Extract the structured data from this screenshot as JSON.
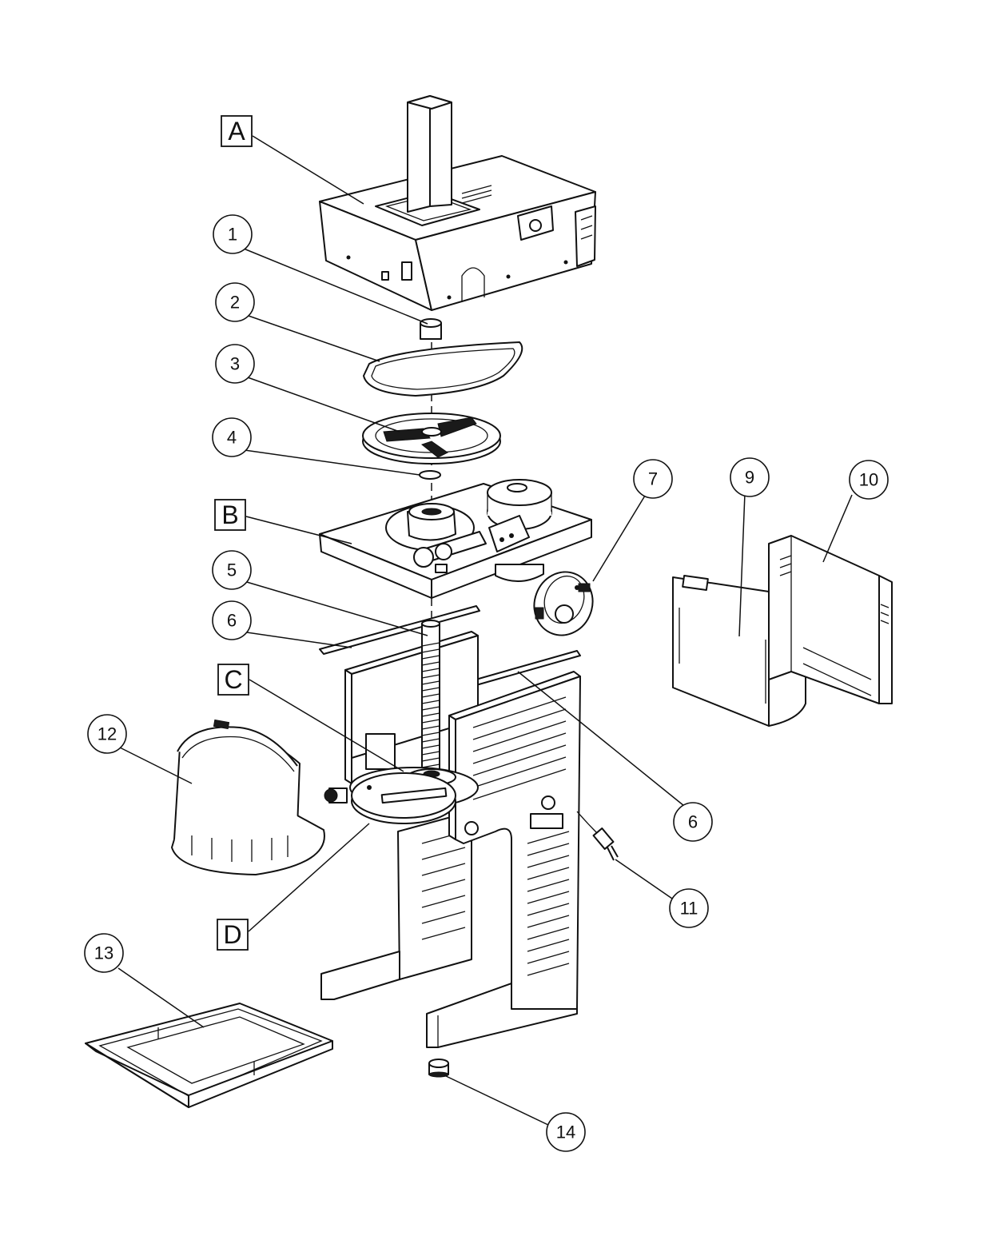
{
  "assembly_labels": [
    "A",
    "B",
    "C",
    "D"
  ],
  "part_callouts": [
    "1",
    "2",
    "3",
    "4",
    "5",
    "6",
    "7",
    "9",
    "10",
    "6",
    "11",
    "12",
    "13",
    "14"
  ]
}
